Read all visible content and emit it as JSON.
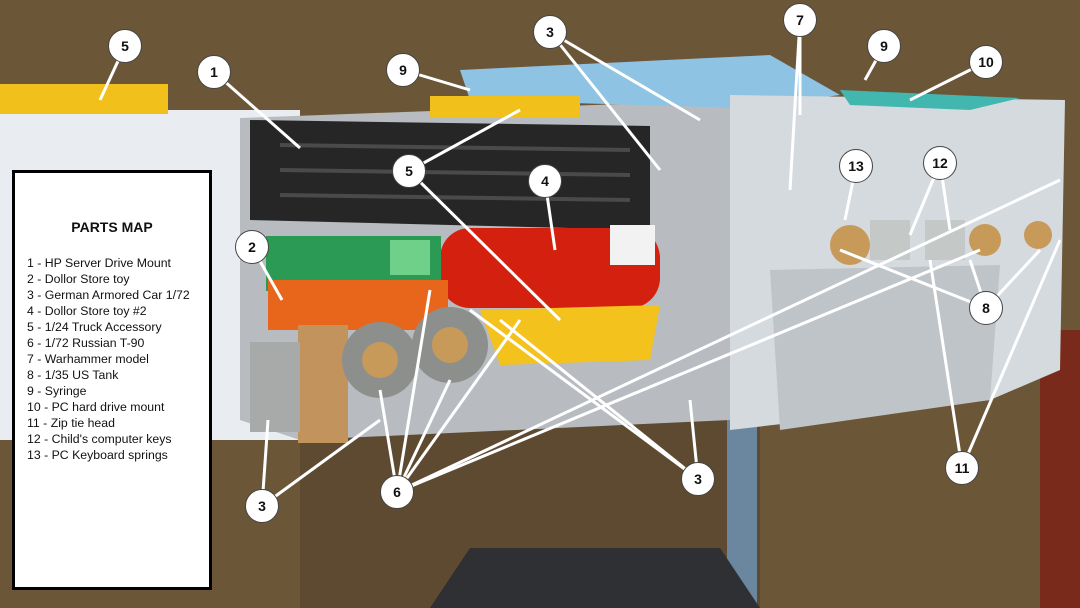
{
  "legend": {
    "title": "PARTS MAP",
    "items": [
      "1 - HP Server Drive Mount",
      "2 - Dollor Store toy",
      "3 - German Armored Car 1/72",
      "4 - Dollor Store toy #2",
      "5 - 1/24 Truck Accessory",
      "6 - 1/72 Russian T-90",
      "7 - Warhammer model",
      "8 - 1/35 US Tank",
      "9 - Syringe",
      "10 - PC hard drive mount",
      "11 - Zip tie head",
      "12 - Child's computer keys",
      "13 - PC Keyboard springs"
    ]
  },
  "callouts": [
    "5",
    "1",
    "9",
    "3",
    "7",
    "9",
    "10",
    "2",
    "5",
    "4",
    "13",
    "12",
    "8",
    "3",
    "6",
    "3",
    "11"
  ]
}
